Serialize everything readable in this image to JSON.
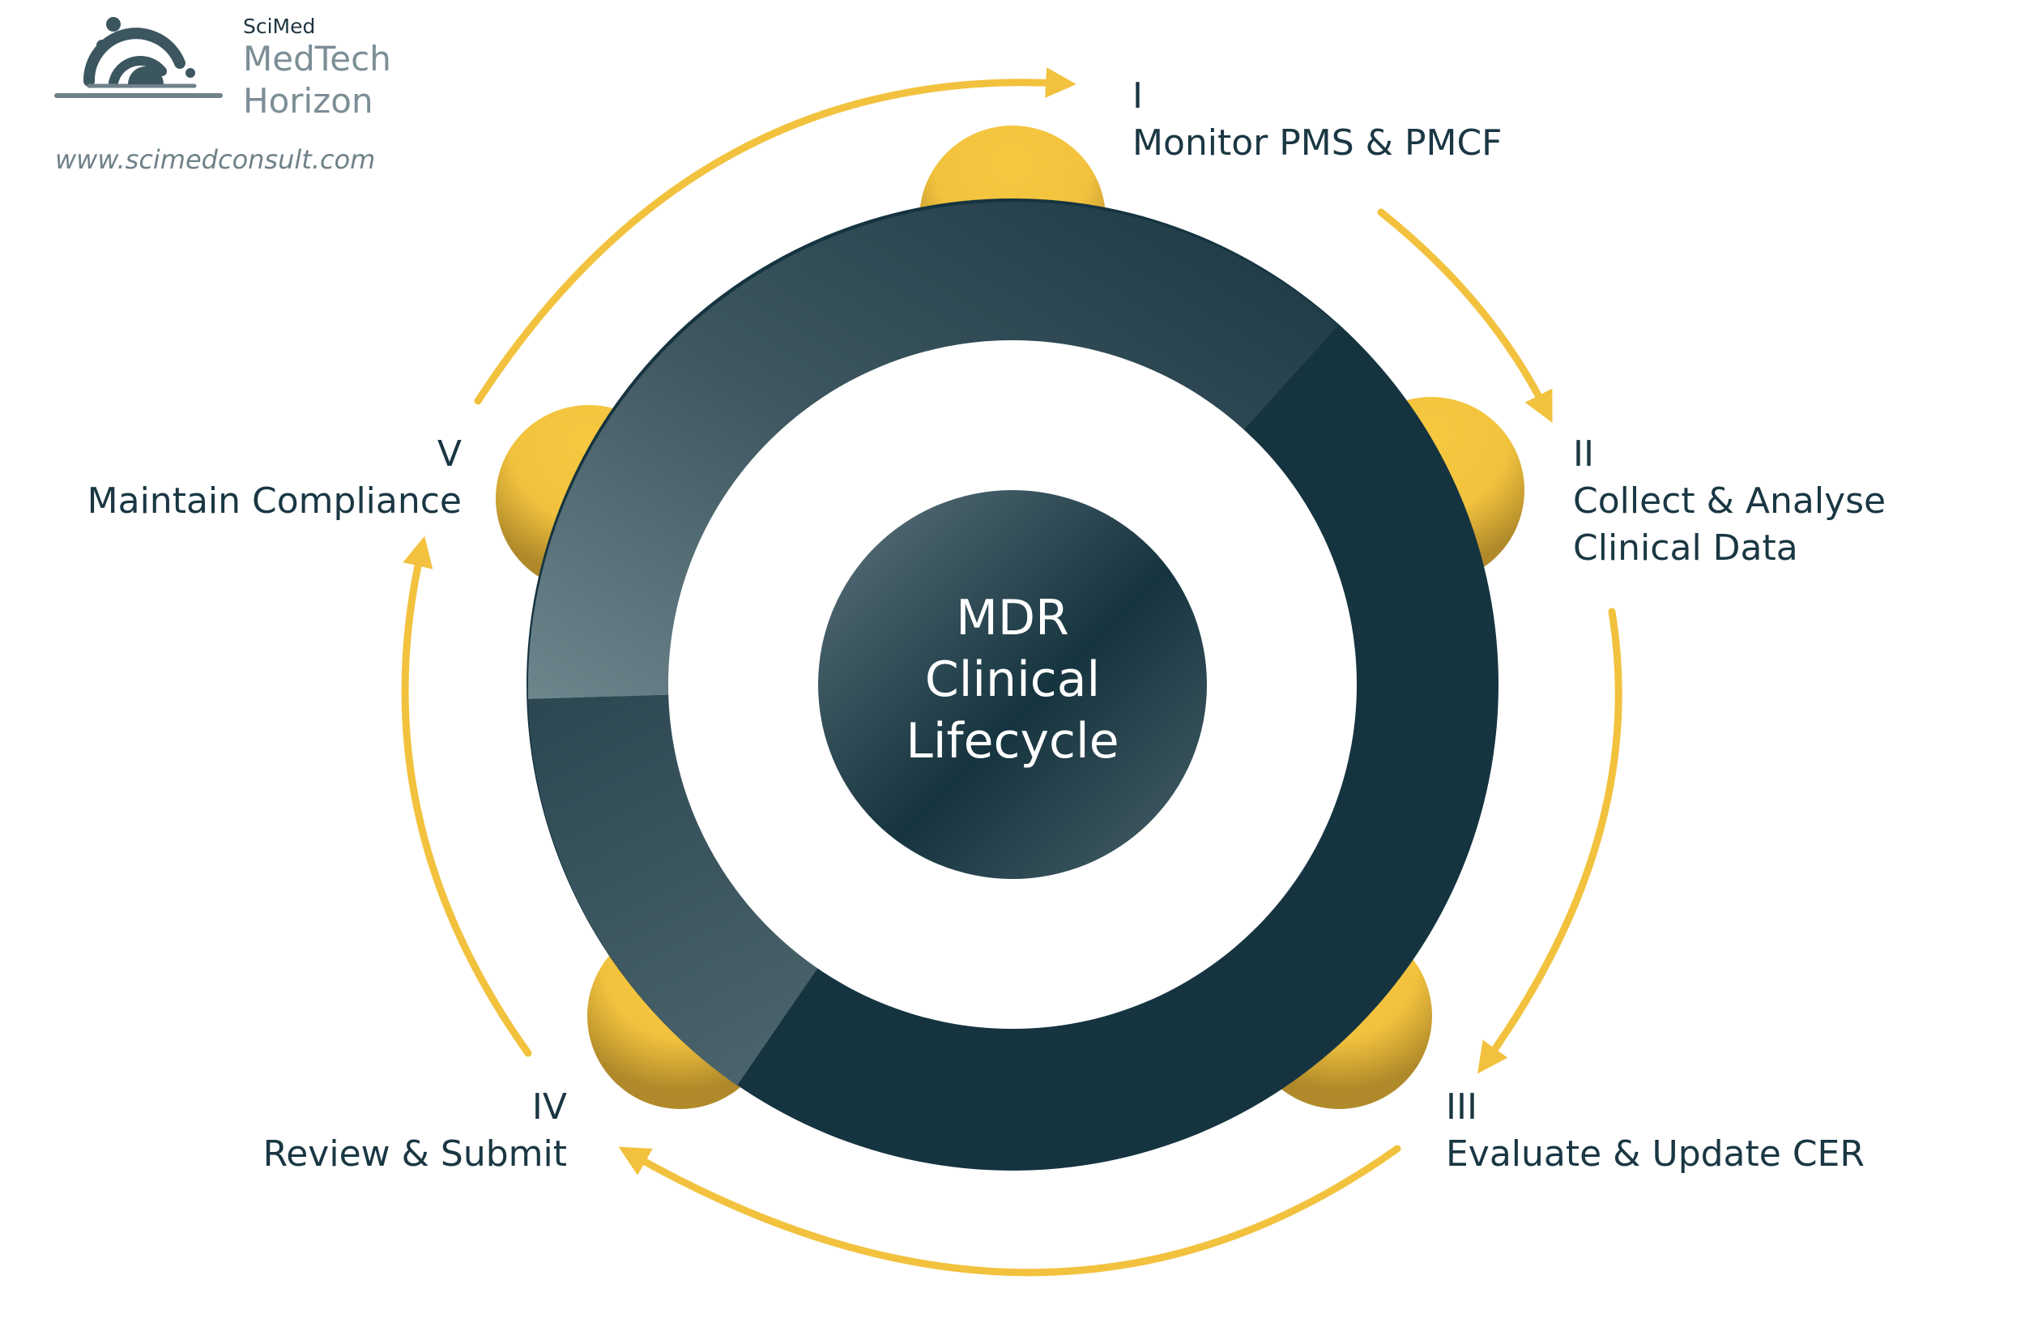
{
  "brand": {
    "small": "SciMed",
    "line1": "MedTech",
    "line2": "Horizon",
    "url": "www.scimedconsult.com"
  },
  "center": {
    "line1": "MDR",
    "line2": "Clinical",
    "line3": "Lifecycle"
  },
  "steps": [
    {
      "numeral": "I",
      "title": "Monitor PMS & PMCF"
    },
    {
      "numeral": "II",
      "title": "Collect & Analyse",
      "title2": "Clinical Data"
    },
    {
      "numeral": "III",
      "title": "Evaluate & Update CER"
    },
    {
      "numeral": "IV",
      "title": "Review & Submit"
    },
    {
      "numeral": "V",
      "title": "Maintain Compliance"
    }
  ],
  "colors": {
    "ring_dark": "#153440",
    "ring_light": "#6b8289",
    "accent": "#f2c23e",
    "text": "#1a3743"
  }
}
